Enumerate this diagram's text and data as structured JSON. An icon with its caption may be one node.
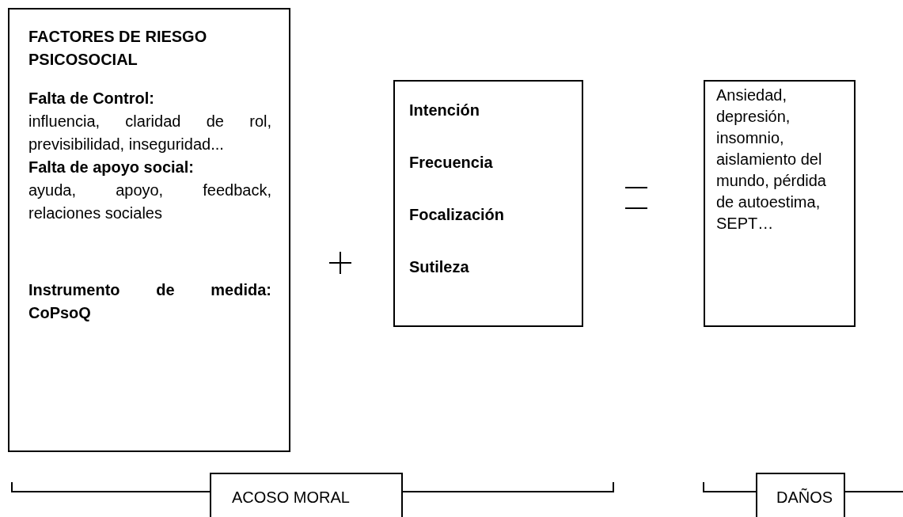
{
  "diagram": {
    "nodes": [
      {
        "text": [
          "FACTORES DE RIESGO PSICOSOCIAL",
          "Falta de Control:",
          "influencia, claridad de rol, previsibilidad, inseguridad...",
          "Falta de apoyo social:",
          "ayuda, apoyo, feedback, relaciones sociales",
          "Instrumento de medida: CoPsoQ"
        ]
      },
      {
        "text": [
          "Intención",
          "Frecuencia",
          "Focalización",
          "Sutileza"
        ]
      },
      {
        "text": [
          "Ansiedad, depresión, insomnio, aislamiento del mundo, pérdida de autoestima, SEPT…"
        ]
      },
      {
        "text": [
          "ACOSO MORAL"
        ]
      },
      {
        "text": [
          "DAÑOS"
        ]
      }
    ]
  }
}
